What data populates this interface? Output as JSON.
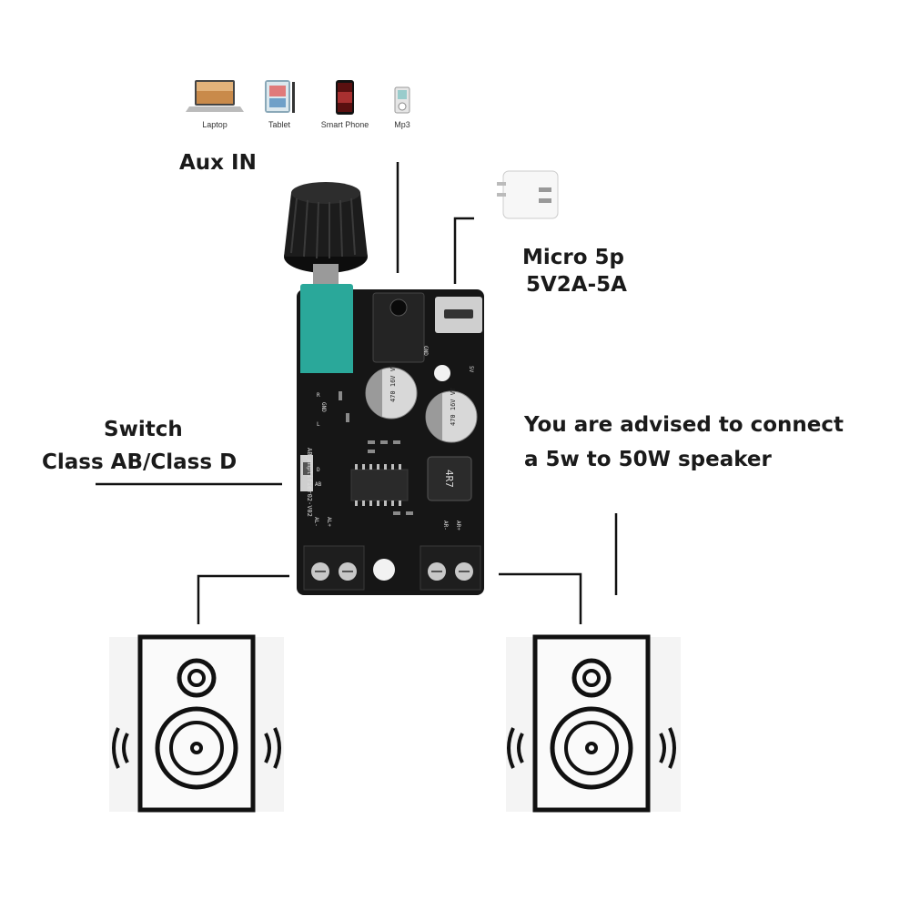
{
  "devices": [
    {
      "label": "Laptop",
      "icon": "laptop-icon"
    },
    {
      "label": "Tablet",
      "icon": "tablet-icon"
    },
    {
      "label": "Smart Phone",
      "icon": "smartphone-icon"
    },
    {
      "label": "Mp3",
      "icon": "mp3-player-icon"
    }
  ],
  "labels": {
    "aux_in": "Aux IN",
    "power_line1": "Micro 5p",
    "power_line2": "5V2A-5A",
    "switch_line1": "Switch",
    "switch_line2": "Class AB/Class D",
    "advice_line1": "You are advised to connect",
    "advice_line2": "a 5w to 50W speaker"
  },
  "board_silkscreen": {
    "cap1": "470 16V VT",
    "cap2": "470 16V VT",
    "inductor": "4R7",
    "model": "AB_amplifier02-V02",
    "pin_gnd": "GND",
    "pin_5v": "5V",
    "pin_r": "R",
    "pin_gnd2": "GND",
    "pin_l": "L",
    "sw_d": "D",
    "sw_ab": "AB",
    "al_minus": "AL-",
    "al_plus": "AL+",
    "ar_minus": "AR-",
    "ar_plus": "AR+"
  },
  "icons": {
    "charger": "usb-charger-icon",
    "speaker_left": "speaker-icon",
    "speaker_right": "speaker-icon"
  }
}
